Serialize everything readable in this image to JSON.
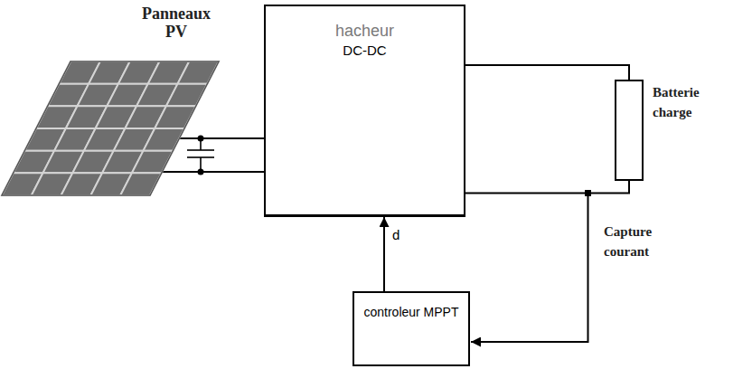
{
  "diagram": {
    "nodes": [
      {
        "text": [
          "Panneaux PV"
        ]
      },
      {
        "text": [
          "hacheur",
          "DC-DC"
        ]
      },
      {
        "text": [
          "Batterie charge"
        ]
      },
      {
        "text": [
          "controleur MPPT"
        ]
      }
    ],
    "edges": [
      {
        "from": 0,
        "to": 1,
        "arrow": "none"
      },
      {
        "from": 0,
        "to": 1,
        "arrow": "none"
      },
      {
        "from": 1,
        "to": 2,
        "arrow": "none"
      },
      {
        "from": 1,
        "to": 2,
        "arrow": "none"
      },
      {
        "from": 3,
        "to": 1,
        "label": "d",
        "arrow": "to"
      }
    ],
    "labels": [
      "Capture courant"
    ]
  }
}
